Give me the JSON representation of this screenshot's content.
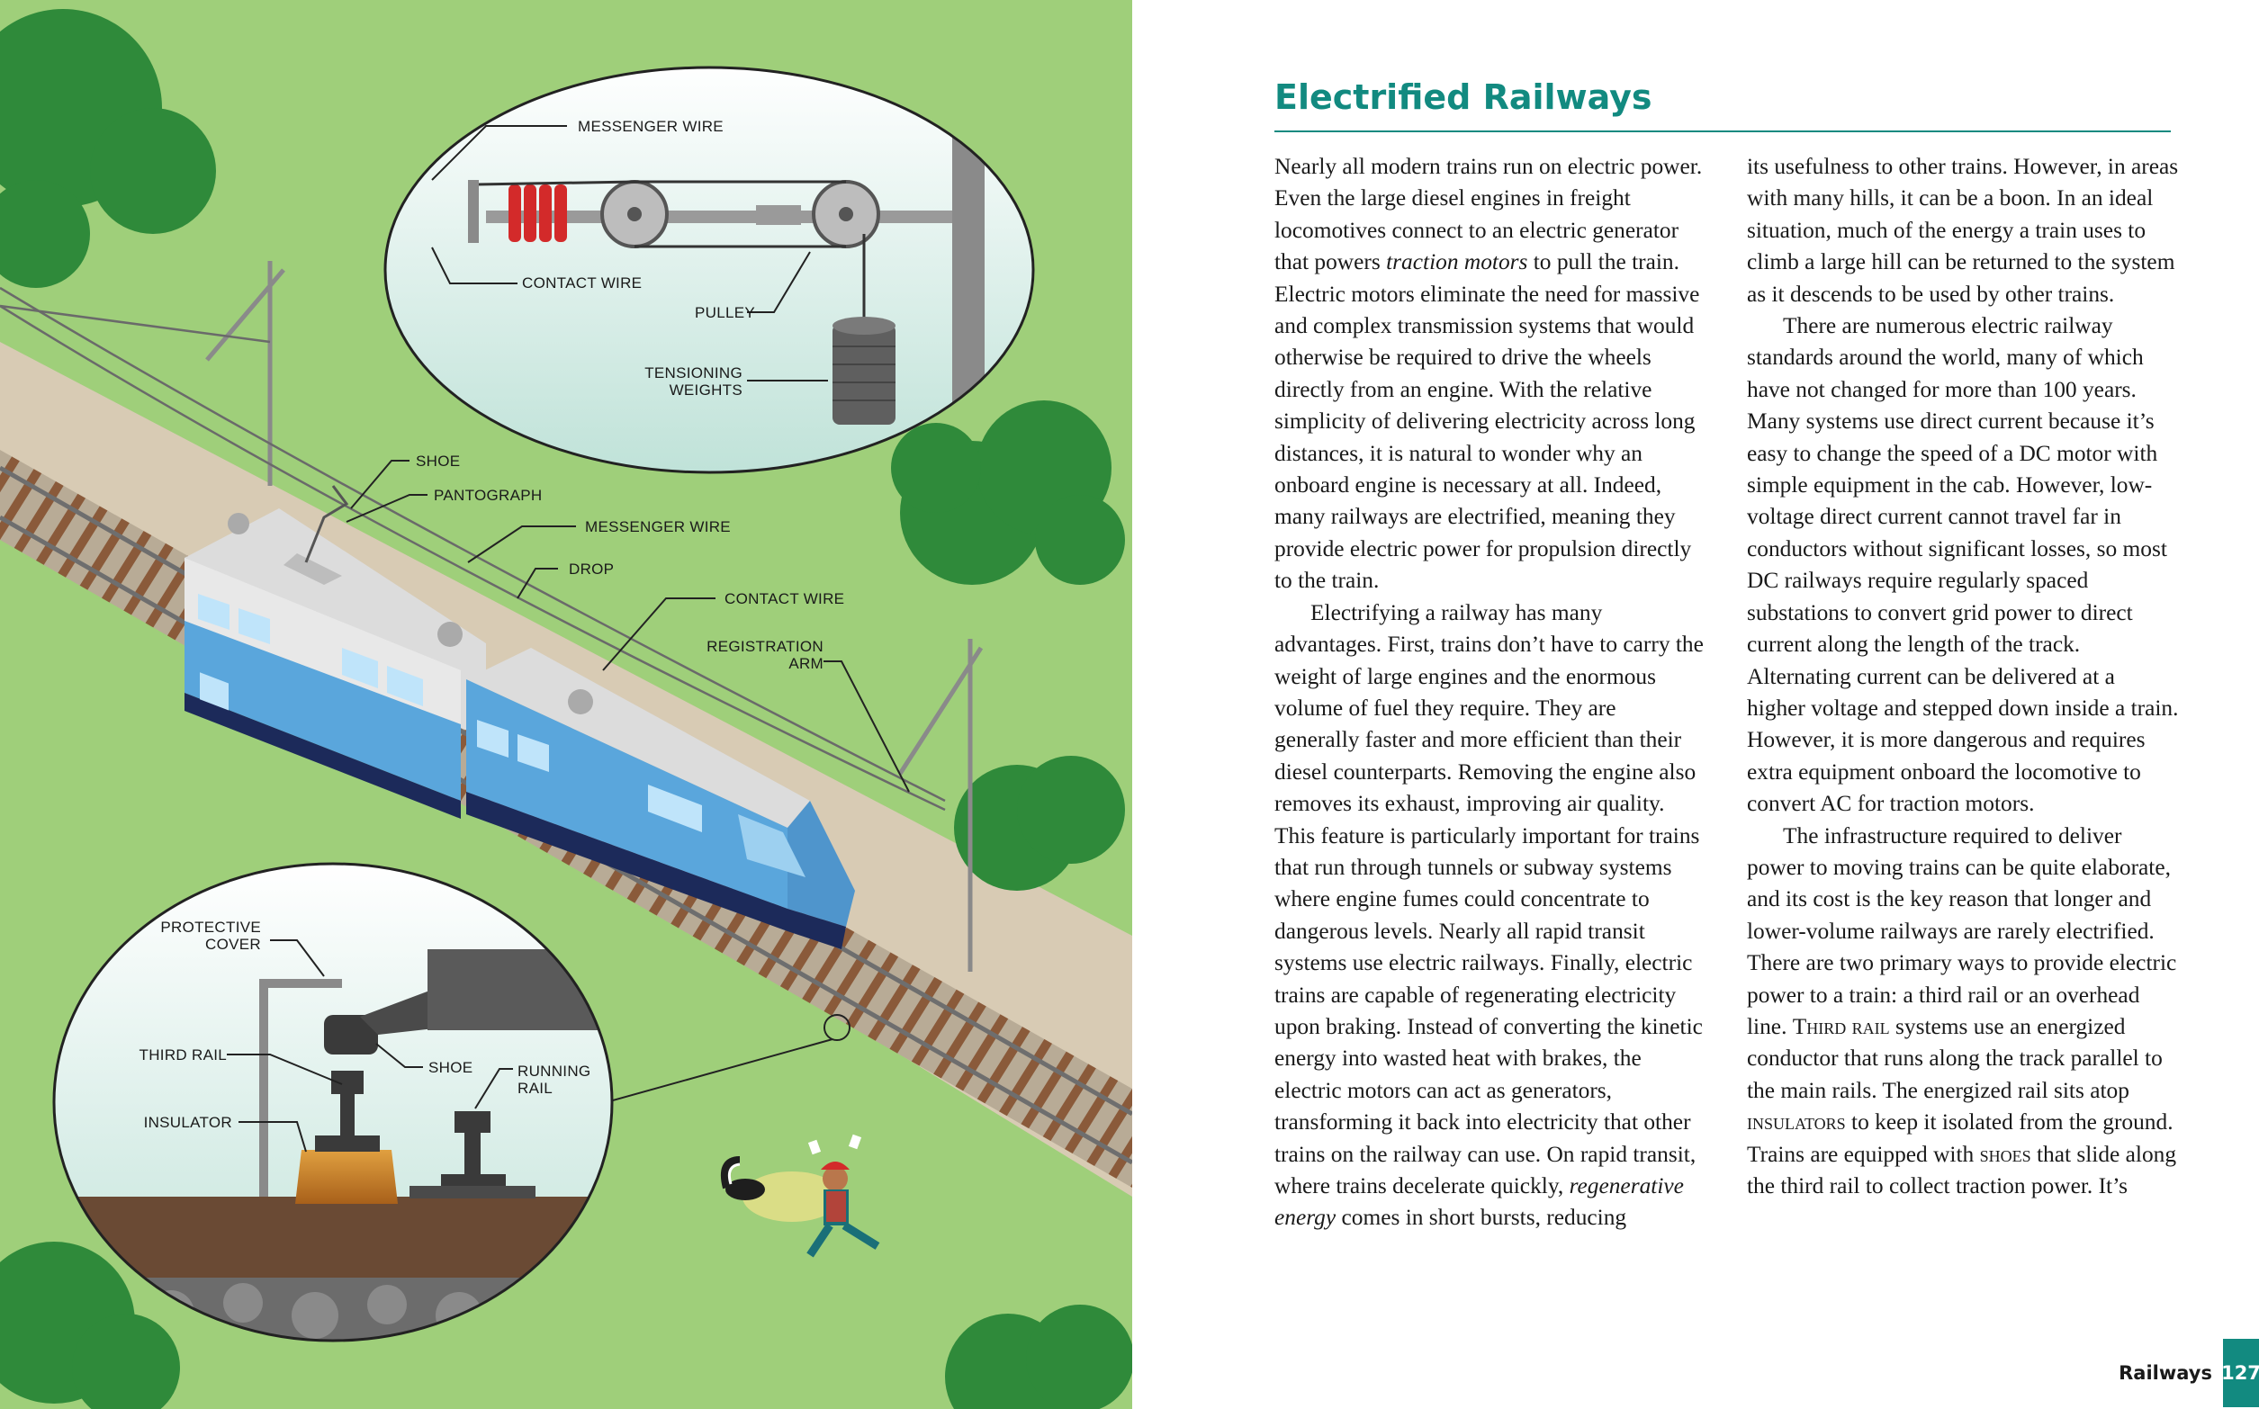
{
  "illustration": {
    "overhead_labels": {
      "messenger_wire": "MESSENGER WIRE",
      "contact_wire": "CONTACT WIRE",
      "pulley": "PULLEY",
      "tensioning_1": "TENSIONING",
      "tensioning_2": "WEIGHTS"
    },
    "train_labels": {
      "shoe": "SHOE",
      "pantograph": "PANTOGRAPH",
      "messenger_wire": "MESSENGER WIRE",
      "drop": "DROP",
      "contact_wire": "CONTACT WIRE",
      "registration_1": "REGISTRATION",
      "registration_2": "ARM"
    },
    "third_rail_labels": {
      "protective_1": "PROTECTIVE",
      "protective_2": "COVER",
      "third_rail": "THIRD RAIL",
      "shoe": "SHOE",
      "running_1": "RUNNING",
      "running_2": "RAIL",
      "insulator": "INSULATOR"
    },
    "colors": {
      "grass": "#9fcf7a",
      "bush": "#2f8a3a",
      "ballast_path": "#d8cbb4",
      "train_body": "#5aa6dc",
      "train_roof": "#dcdcdc",
      "accent": "#128a80"
    }
  },
  "article": {
    "title": "Electrified Railways",
    "col1": {
      "p1a": "Nearly all modern trains run on electric power. Even the large diesel engines in freight locomotives connect to an electric generator that powers ",
      "p1_em": "traction motors",
      "p1b": " to pull the train. Electric motors eliminate the need for massive and complex transmission systems that would otherwise be required to drive the wheels directly from an engine. With the relative simplicity of delivering electricity across long distances, it is natural to wonder why an onboard engine is necessary at all. Indeed, many railways are electrified, meaning they provide electric power for propulsion directly to the train.",
      "p2a": "Electrifying a railway has many advantages. First, trains don’t have to carry the weight of large engines and the enormous volume of fuel they require. They are generally faster and more efficient than their diesel counterparts. Removing the engine also removes its exhaust, improving air quality. This feature is particularly important for trains that run through tunnels or subway systems where engine fumes could concentrate to dangerous levels. Nearly all rapid transit systems use electric railways. Finally, electric trains are capable of regenerating electricity upon braking. Instead of converting the kinetic energy into wasted heat with brakes, the electric motors can act as generators, transforming it back into electricity that other trains on the railway can use. On rapid transit, where trains decelerate quickly, ",
      "p2_em": "regenerative energy",
      "p2b": " comes in short bursts, reducing"
    },
    "col2": {
      "p1": "its usefulness to other trains. However, in areas with many hills, it can be a boon. In an ideal situation, much of the energy a train uses to climb a large hill can be returned to the system as it descends to be used by other trains.",
      "p2": "There are numerous electric railway standards around the world, many of which have not changed for more than 100 years. Many systems use direct current because it’s easy to change the speed of a DC motor with simple equipment in the cab. However, low-voltage direct current cannot travel far in conductors without significant losses, so most DC railways require regularly spaced substations to convert grid power to direct current along the length of the track. Alternating current can be delivered at a higher voltage and stepped down inside a train. However, it is more dangerous and requires extra equipment onboard the locomotive to convert AC for traction motors.",
      "p3a": "The infrastructure required to deliver power to moving trains can be quite elaborate, and its cost is the key reason that longer and lower-volume railways are rarely electrified. There are two primary ways to provide electric power to a train: a third rail or an overhead line. ",
      "p3_sc1": "Third rail",
      "p3b": " systems use an energized conductor that runs along the track parallel to the main rails. The energized rail sits atop ",
      "p3_sc2": "insulators",
      "p3c": " to keep it isolated from the ground. Trains are equipped with ",
      "p3_sc3": "shoes",
      "p3d": " that slide along the third rail to collect traction power. It’s"
    }
  },
  "footer": {
    "section": "Railways",
    "page": "127"
  }
}
